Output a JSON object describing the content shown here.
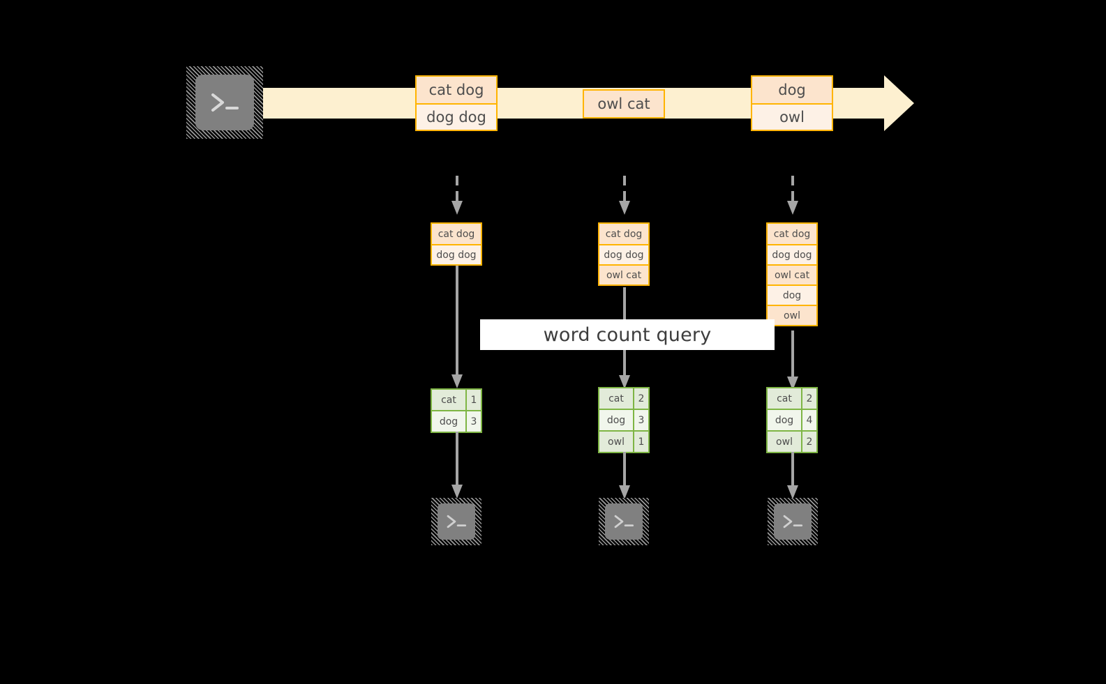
{
  "diagram": {
    "title_label": "word count query",
    "colors": {
      "event_border": "#ffb400",
      "event_fill_dark": "#fce4cd",
      "event_fill_light": "#fdf1e6",
      "stream_fill": "#fdf0d0",
      "result_border": "#7eb544",
      "result_fill_dark": "#e2ebd9",
      "result_fill_light": "#f1f6ec",
      "connector": "#a6a6a6",
      "terminal_body": "#808080",
      "background": "#000000",
      "band": "#ffffff"
    },
    "source": {
      "icon": "terminal-icon",
      "glyph": ">_"
    },
    "stream": {
      "events": [
        {
          "lines": [
            "cat dog",
            "dog dog"
          ]
        },
        {
          "lines": [
            "owl cat"
          ]
        },
        {
          "lines": [
            "dog",
            "owl"
          ]
        }
      ]
    },
    "snapshots": [
      {
        "name": "snapshot-1",
        "rows": [
          "cat dog",
          "dog dog"
        ],
        "results": [
          {
            "word": "cat",
            "count": "1"
          },
          {
            "word": "dog",
            "count": "3"
          }
        ],
        "sink": {
          "icon": "terminal-icon",
          "glyph": ">_"
        }
      },
      {
        "name": "snapshot-2",
        "rows": [
          "cat dog",
          "dog dog",
          "owl cat"
        ],
        "results": [
          {
            "word": "cat",
            "count": "2"
          },
          {
            "word": "dog",
            "count": "3"
          },
          {
            "word": "owl",
            "count": "1"
          }
        ],
        "sink": {
          "icon": "terminal-icon",
          "glyph": ">_"
        }
      },
      {
        "name": "snapshot-3",
        "rows": [
          "cat dog",
          "dog dog",
          "owl cat",
          "dog",
          "owl"
        ],
        "results": [
          {
            "word": "cat",
            "count": "2"
          },
          {
            "word": "dog",
            "count": "4"
          },
          {
            "word": "owl",
            "count": "2"
          }
        ],
        "sink": {
          "icon": "terminal-icon",
          "glyph": ">_"
        }
      }
    ]
  }
}
